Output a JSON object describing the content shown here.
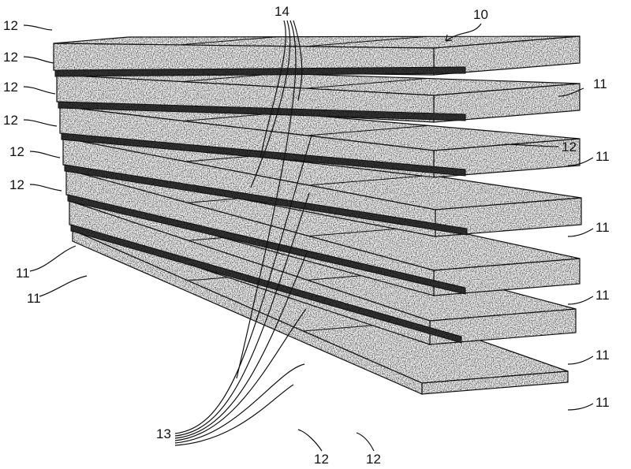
{
  "figure": {
    "reference_numerals": {
      "assembly": "10",
      "panel": "11",
      "spacer": "12",
      "lead_lines_a": "13",
      "lead_lines_b": "14"
    },
    "colors": {
      "ink": "#111111",
      "panel_texture": "speckled-stone",
      "spacer_fill": "#2b2b2b"
    }
  }
}
